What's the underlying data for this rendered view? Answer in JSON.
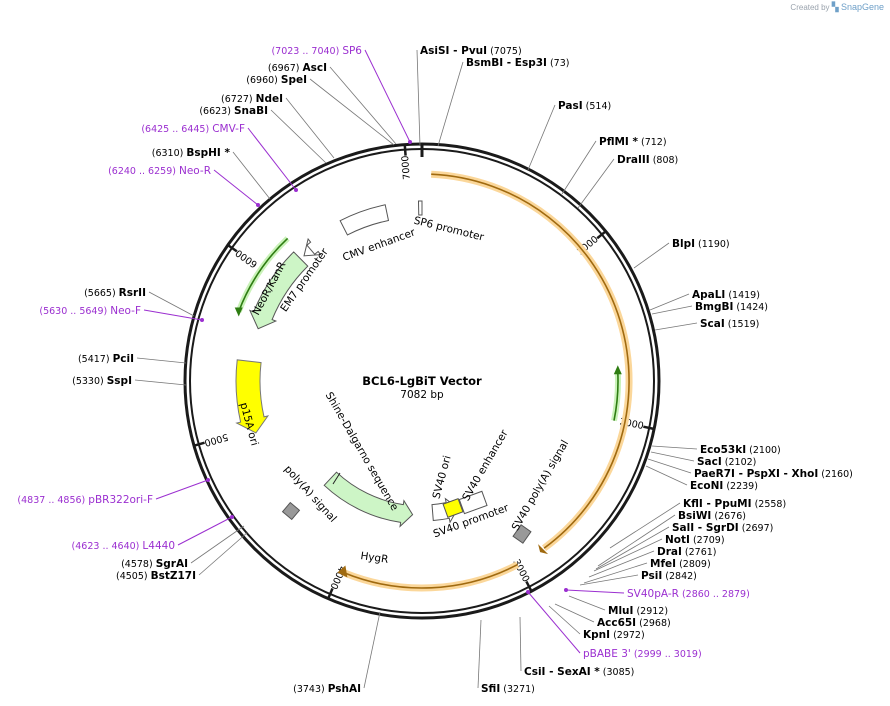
{
  "watermark": {
    "created_by": "Created by",
    "brand": "SnapGene"
  },
  "plasmid": {
    "name": "BCL6-LgBiT Vector",
    "length_label": "7082 bp",
    "length": 7082
  },
  "ticks": [
    "1000",
    "2000",
    "3000",
    "4000",
    "5000",
    "6000",
    "7000"
  ],
  "sites": [
    {
      "name": "AsiSI",
      "extra": "- PvuI",
      "pos": "(7075)"
    },
    {
      "name": "BsmBI",
      "extra": "- Esp3I",
      "pos": "(73)"
    },
    {
      "name": "PasI",
      "extra": "",
      "pos": "(514)"
    },
    {
      "name": "PflMI *",
      "extra": "",
      "pos": "(712)"
    },
    {
      "name": "DraIII",
      "extra": "",
      "pos": "(808)"
    },
    {
      "name": "BlpI",
      "extra": "",
      "pos": "(1190)"
    },
    {
      "name": "ApaLI",
      "extra": "",
      "pos": "(1419)"
    },
    {
      "name": "BmgBI",
      "extra": "",
      "pos": "(1424)"
    },
    {
      "name": "ScaI",
      "extra": "",
      "pos": "(1519)"
    },
    {
      "name": "Eco53kI",
      "extra": "",
      "pos": "(2100)"
    },
    {
      "name": "SacI",
      "extra": "",
      "pos": "(2102)"
    },
    {
      "name": "PaeR7I",
      "extra": "- PspXI  - XhoI",
      "pos": "(2160)"
    },
    {
      "name": "EcoNI",
      "extra": "",
      "pos": "(2239)"
    },
    {
      "name": "KflI",
      "extra": "- PpuMI",
      "pos": "(2558)"
    },
    {
      "name": "BsiWI",
      "extra": "",
      "pos": "(2676)"
    },
    {
      "name": "SalI",
      "extra": "- SgrDI",
      "pos": "(2697)"
    },
    {
      "name": "NotI",
      "extra": "",
      "pos": "(2709)"
    },
    {
      "name": "DraI",
      "extra": "",
      "pos": "(2761)"
    },
    {
      "name": "MfeI",
      "extra": "",
      "pos": "(2809)"
    },
    {
      "name": "PsiI",
      "extra": "",
      "pos": "(2842)"
    },
    {
      "name": "MluI",
      "extra": "",
      "pos": "(2912)"
    },
    {
      "name": "Acc65I",
      "extra": "",
      "pos": "(2968)"
    },
    {
      "name": "KpnI",
      "extra": "",
      "pos": "(2972)"
    },
    {
      "name": "CsiI",
      "extra": "- SexAI *",
      "pos": "(3085)"
    },
    {
      "name": "SfiI",
      "extra": "",
      "pos": "(3271)"
    },
    {
      "name": "PshAI",
      "extra": "",
      "pos": "(3743)"
    },
    {
      "name": "BstZ17I",
      "extra": "",
      "pos": "(4505)"
    },
    {
      "name": "SgrAI",
      "extra": "",
      "pos": "(4578)"
    },
    {
      "name": "SspI",
      "extra": "",
      "pos": "(5330)"
    },
    {
      "name": "PciI",
      "extra": "",
      "pos": "(5417)"
    },
    {
      "name": "RsrII",
      "extra": "",
      "pos": "(5665)"
    },
    {
      "name": "BspHI *",
      "extra": "",
      "pos": "(6310)"
    },
    {
      "name": "SnaBI",
      "extra": "",
      "pos": "(6623)"
    },
    {
      "name": "NdeI",
      "extra": "",
      "pos": "(6727)"
    },
    {
      "name": "SpeI",
      "extra": "",
      "pos": "(6960)"
    },
    {
      "name": "AscI",
      "extra": "",
      "pos": "(6967)"
    }
  ],
  "primers": [
    {
      "name": "SP6",
      "range": "(7023 .. 7040)"
    },
    {
      "name": "CMV-F",
      "range": "(6425 .. 6445)"
    },
    {
      "name": "Neo-R",
      "range": "(6240 .. 6259)"
    },
    {
      "name": "Neo-F",
      "range": "(5630 .. 5649)"
    },
    {
      "name": "pBR322ori-F",
      "range": "(4837 .. 4856)"
    },
    {
      "name": "L4440",
      "range": "(4623 .. 4640)"
    },
    {
      "name": "SV40pA-R",
      "range": "(2860 .. 2879)"
    },
    {
      "name": "pBABE 3'",
      "range": "(2999 .. 3019)"
    }
  ],
  "features": {
    "sp6_promoter": "SP6 promoter",
    "cmv_enhancer": "CMV enhancer",
    "em7_promoter": "EM7 promoter",
    "neo_kanr": "NeoR/KanR",
    "p15a_ori": "p15A ori",
    "shine_dalgarno": "Shine-Dalgarno sequence",
    "polya_signal": "poly(A) signal",
    "hygr": "HygR",
    "sv40_ori": "SV40 ori",
    "sv40_enhancer": "SV40 enhancer",
    "sv40_promoter": "SV40 promoter",
    "sv40_polya": "SV40 poly(A) signal"
  },
  "colors": {
    "backbone": "#1a1a1a",
    "orf": "#f5a623",
    "neo": "#cdf5c6",
    "ori": "#ffff00",
    "primer": "#9b2fd0"
  }
}
